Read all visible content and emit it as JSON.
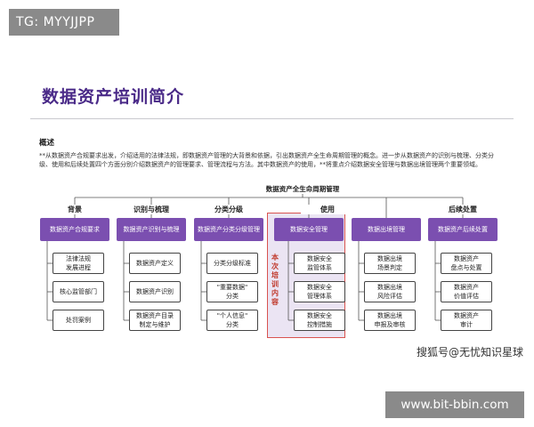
{
  "top_tag": "TG: MYYJJPP",
  "bottom_tag": "www.bit-bbin.com",
  "watermark": "搜狐号@无忧知识星球",
  "slide": {
    "title": "数据资产培训简介",
    "overview_label": "概述",
    "overview_text": "**从数据资产合规要求出发，介绍适用的法律法规，即数据资产管理的大背景和依据，引出数据资产全生命周期管理的概念。进一步从数据资产的识别与梳理、分类分级、使用和后续处置四个方面分别介绍数据资产的管理要求、管理流程与方法。其中数据资产的使用，**将重点介绍数据安全管理与数据出境管理两个重要领域。",
    "root": "数据资产全生命周期管理",
    "columns": [
      {
        "label": "背景",
        "head": "数据资产合规要求",
        "items": [
          "法律法规\n发展进程",
          "核心监管部门",
          "处罚案例"
        ]
      },
      {
        "label": "识别与梳理",
        "head": "数据资产识别与梳理",
        "items": [
          "数据资产定义",
          "数据资产识别",
          "数据资产目录\n制定与维护"
        ]
      },
      {
        "label": "分类分级",
        "head": "数据资产分类分级管理",
        "items": [
          "分类分级标准",
          "\"重要数据\"\n分类",
          "\"个人信息\"\n分类"
        ]
      },
      {
        "label": "使用",
        "head": "数据安全管理",
        "items": [
          "数据安全\n监管体系",
          "数据安全\n管理体系",
          "数据安全\n控制措施"
        ]
      },
      {
        "label": "",
        "head": "数据出境管理",
        "items": [
          "数据出境\n场景判定",
          "数据出境\n风险评估",
          "数据出境\n申报及审核"
        ]
      },
      {
        "label": "后续处置",
        "head": "数据资产后续处置",
        "items": [
          "数据资产\n盘点与处置",
          "数据资产\n价值评估",
          "数据资产\n审计"
        ]
      }
    ],
    "highlight_text": "本次培训内容"
  }
}
